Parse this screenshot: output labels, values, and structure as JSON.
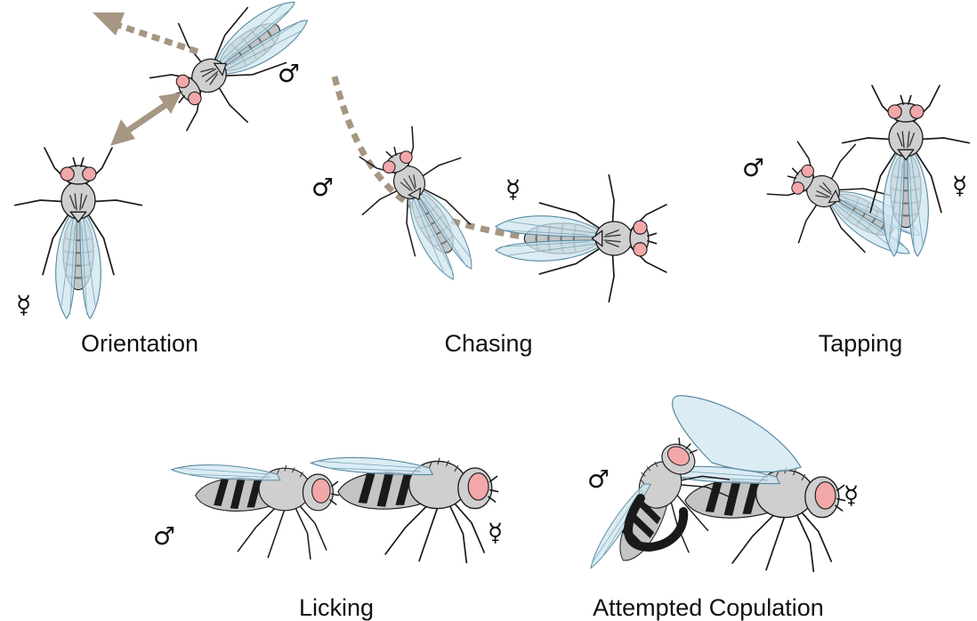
{
  "panels": [
    {
      "label": "Orientation",
      "male_symbol": "♂",
      "female_symbol": "☿"
    },
    {
      "label": "Chasing",
      "male_symbol": "♂",
      "female_symbol": "☿"
    },
    {
      "label": "Tapping",
      "male_symbol": "♂",
      "female_symbol": "☿"
    },
    {
      "label": "Licking",
      "male_symbol": "♂",
      "female_symbol": "☿"
    },
    {
      "label": "Attempted Copulation",
      "male_symbol": "♂",
      "female_symbol": "☿"
    }
  ],
  "colors": {
    "wing": "#cfe6f0",
    "eye": "#f2a7a9",
    "body": "#cfcfcf",
    "arrow": "#a69682"
  }
}
